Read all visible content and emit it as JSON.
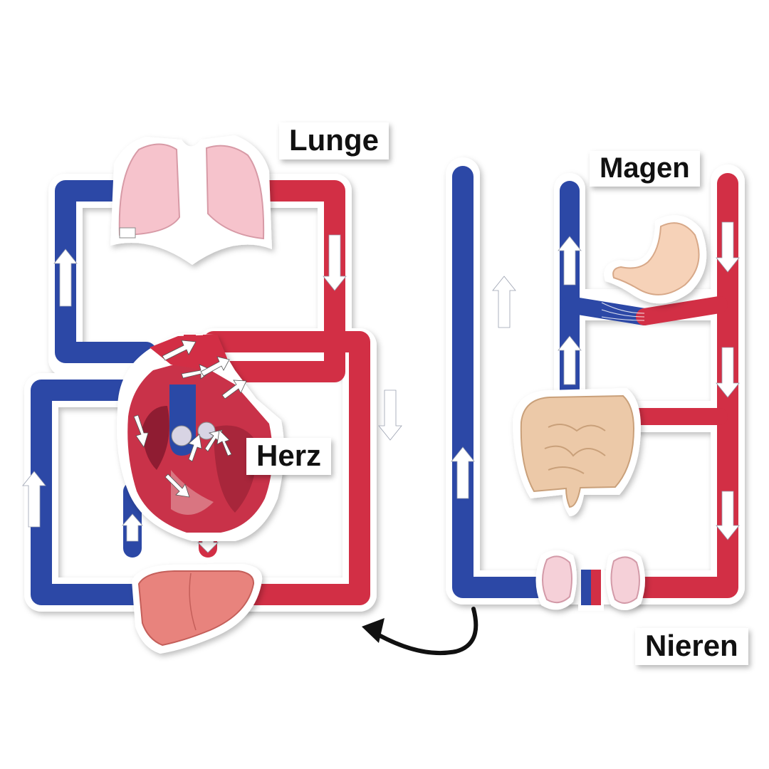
{
  "labels": {
    "lunge": "Lunge",
    "magen": "Magen",
    "herz": "Herz",
    "nieren": "Nieren"
  },
  "colors": {
    "vein_blue": "#2c48a6",
    "artery_red": "#d22f45",
    "lung_pink": "#f6c3cc",
    "stomach_peach": "#f6d2b8",
    "intestine_beige": "#ecc9a8",
    "kidney_pink": "#f5d0d8",
    "liver_salmon": "#e8837d"
  },
  "icons": [
    "lung-icon",
    "heart-icon",
    "liver-icon",
    "stomach-icon",
    "intestine-icon",
    "kidney-icon",
    "flow-arrow-icon",
    "curved-arrow-icon"
  ]
}
